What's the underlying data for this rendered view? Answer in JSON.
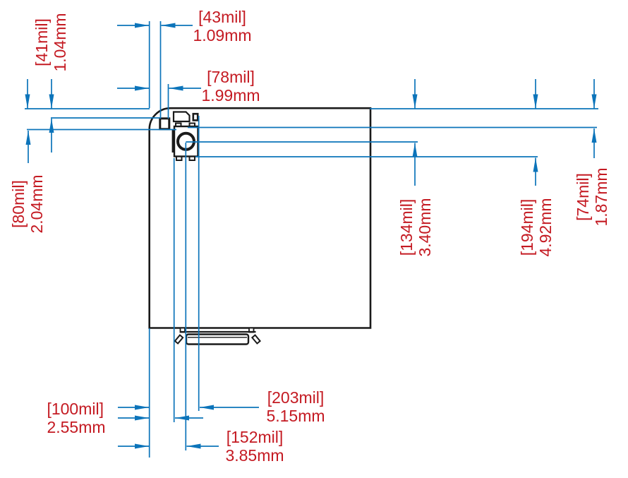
{
  "colors": {
    "dimension_line": "#0C74BA",
    "dimension_text": "#C41A22",
    "part_outline": "#1A1A1A"
  },
  "dimensions": {
    "d43": {
      "mil": "[43mil]",
      "mm": "1.09mm"
    },
    "d78": {
      "mil": "[78mil]",
      "mm": "1.99mm"
    },
    "d41": {
      "mil": "[41mil]",
      "mm": "1.04mm"
    },
    "d80": {
      "mil": "[80mil]",
      "mm": "2.04mm"
    },
    "d134": {
      "mil": "[134mil]",
      "mm": "3.40mm"
    },
    "d194": {
      "mil": "[194mil]",
      "mm": "4.92mm"
    },
    "d74": {
      "mil": "[74mil]",
      "mm": "1.87mm"
    },
    "d100": {
      "mil": "[100mil]",
      "mm": "2.55mm"
    },
    "d203": {
      "mil": "[203mil]",
      "mm": "5.15mm"
    },
    "d152": {
      "mil": "[152mil]",
      "mm": "3.85mm"
    }
  }
}
